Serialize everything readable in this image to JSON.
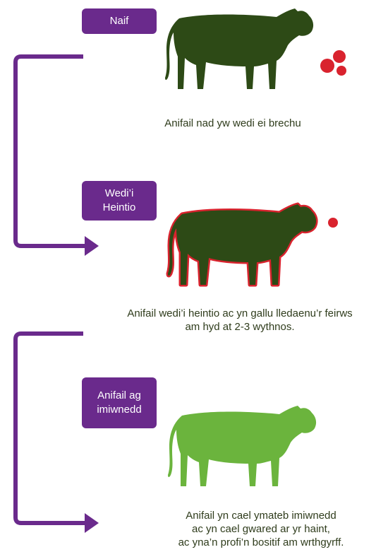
{
  "stages": [
    {
      "label_lines": [
        "Naif"
      ],
      "caption_lines": [
        "Anifail nad yw wedi ei brechu"
      ],
      "cow_fill": "#2d4a16",
      "cow_outline": null,
      "virus_color": "#d9232e"
    },
    {
      "label_lines": [
        "Wedi’i",
        "Heintio"
      ],
      "caption_lines": [
        "Anifail wedi’i heintio ac yn gallu lledaenu’r feirws",
        "am hyd at 2-3 wythnos."
      ],
      "cow_fill": "#2d4a16",
      "cow_outline": "#d9232e",
      "virus_color": "#d9232e"
    },
    {
      "label_lines": [
        "Anifail ag",
        "imiwnedd"
      ],
      "caption_lines": [
        "Anifail yn cael ymateb imiwnedd",
        "ac yn cael gwared ar yr haint,",
        "ac yna’n profi’n bositif am wrthgyrff."
      ],
      "cow_fill": "#6bb43d",
      "cow_outline": null,
      "virus_color": null
    }
  ],
  "colors": {
    "label_bg": "#6a2a8c",
    "arrow": "#6a2a8c",
    "caption_text": "#2f3c1c"
  }
}
